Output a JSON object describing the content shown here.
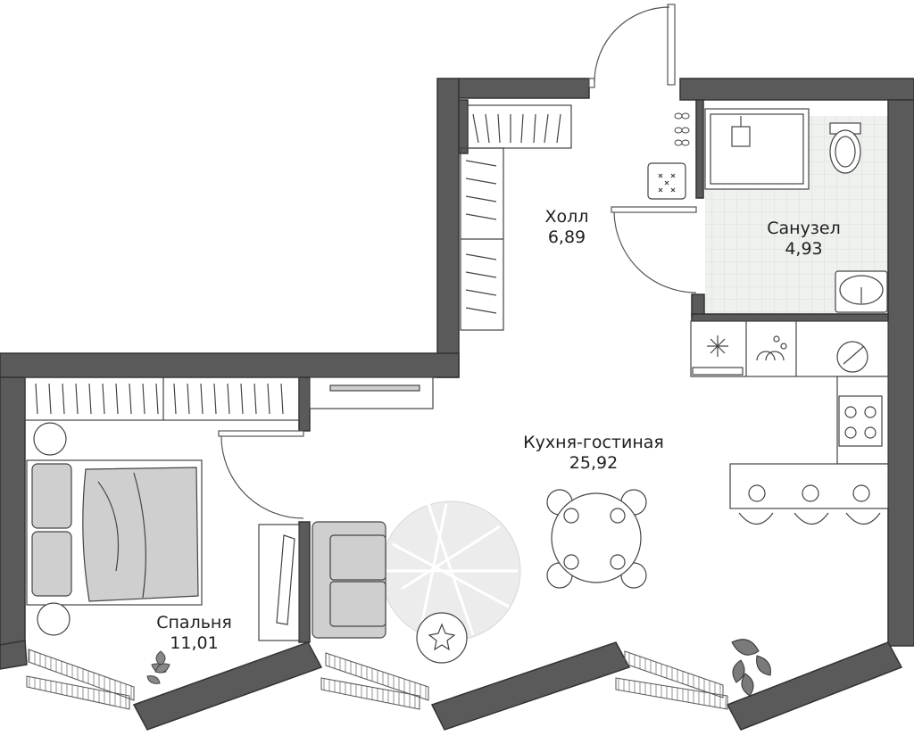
{
  "rooms": {
    "hall": {
      "name": "Холл",
      "area": "6,89"
    },
    "bathroom": {
      "name": "Санузел",
      "area": "4,93"
    },
    "kitchen": {
      "name": "Кухня-гостиная",
      "area": "25,92"
    },
    "bedroom": {
      "name": "Спальня",
      "area": "11,01"
    }
  },
  "colors": {
    "wall": "#5a5a5a",
    "wall_outline": "#333333",
    "tile": "#eef1ee",
    "furniture_fill": "#cfcfcf",
    "line": "#444444"
  }
}
